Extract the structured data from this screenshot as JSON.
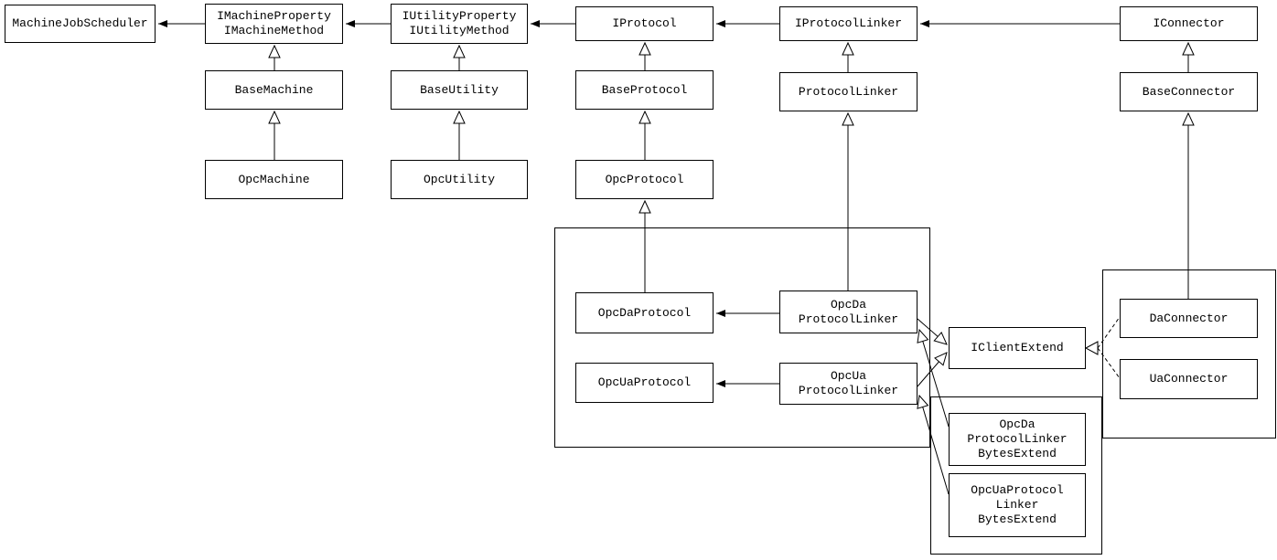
{
  "diagram": {
    "type": "uml-class-diagram",
    "colors": {
      "border": "#000000",
      "background": "#ffffff",
      "text": "#000000"
    },
    "nodes": {
      "machine_job_scheduler": {
        "label": "MachineJobScheduler"
      },
      "i_machine": {
        "line1": "IMachineProperty",
        "line2": "IMachineMethod"
      },
      "i_utility": {
        "line1": "IUtilityProperty",
        "line2": "IUtilityMethod"
      },
      "i_protocol": {
        "label": "IProtocol"
      },
      "i_protocol_linker": {
        "label": "IProtocolLinker"
      },
      "i_connector": {
        "label": "IConnector"
      },
      "base_machine": {
        "label": "BaseMachine"
      },
      "base_utility": {
        "label": "BaseUtility"
      },
      "base_protocol": {
        "label": "BaseProtocol"
      },
      "protocol_linker": {
        "label": "ProtocolLinker"
      },
      "base_connector": {
        "label": "BaseConnector"
      },
      "opc_machine": {
        "label": "OpcMachine"
      },
      "opc_utility": {
        "label": "OpcUtility"
      },
      "opc_protocol": {
        "label": "OpcProtocol"
      },
      "opc_da_protocol": {
        "label": "OpcDaProtocol"
      },
      "opc_ua_protocol": {
        "label": "OpcUaProtocol"
      },
      "opc_da_protocol_linker": {
        "line1": "OpcDa",
        "line2": "ProtocolLinker"
      },
      "opc_ua_protocol_linker": {
        "line1": "OpcUa",
        "line2": "ProtocolLinker"
      },
      "i_client_extend": {
        "label": "IClientExtend"
      },
      "da_connector": {
        "label": "DaConnector"
      },
      "ua_connector": {
        "label": "UaConnector"
      },
      "opc_da_protocol_linker_bytes_extend": {
        "line1": "OpcDa",
        "line2": "ProtocolLinker",
        "line3": "BytesExtend"
      },
      "opc_ua_protocol_linker_bytes_extend": {
        "line1": "OpcUaProtocol",
        "line2": "Linker",
        "line3": "BytesExtend"
      }
    },
    "edges": [
      {
        "from": "i_machine",
        "to": "machine_job_scheduler",
        "type": "arrow"
      },
      {
        "from": "i_utility",
        "to": "i_machine",
        "type": "arrow"
      },
      {
        "from": "i_protocol",
        "to": "i_utility",
        "type": "arrow"
      },
      {
        "from": "i_protocol_linker",
        "to": "i_protocol",
        "type": "arrow"
      },
      {
        "from": "i_connector",
        "to": "i_protocol_linker",
        "type": "arrow"
      },
      {
        "from": "base_machine",
        "to": "i_machine",
        "type": "inheritance"
      },
      {
        "from": "opc_machine",
        "to": "base_machine",
        "type": "inheritance"
      },
      {
        "from": "base_utility",
        "to": "i_utility",
        "type": "inheritance"
      },
      {
        "from": "opc_utility",
        "to": "base_utility",
        "type": "inheritance"
      },
      {
        "from": "base_protocol",
        "to": "i_protocol",
        "type": "inheritance"
      },
      {
        "from": "opc_protocol",
        "to": "base_protocol",
        "type": "inheritance"
      },
      {
        "from": "opc_da_protocol",
        "to": "opc_protocol",
        "type": "inheritance"
      },
      {
        "from": "protocol_linker",
        "to": "i_protocol_linker",
        "type": "inheritance"
      },
      {
        "from": "opc_da_protocol_linker",
        "to": "protocol_linker",
        "type": "inheritance"
      },
      {
        "from": "base_connector",
        "to": "i_connector",
        "type": "inheritance"
      },
      {
        "from": "da_connector",
        "to": "base_connector",
        "type": "inheritance"
      },
      {
        "from": "opc_da_protocol_linker",
        "to": "opc_da_protocol",
        "type": "arrow"
      },
      {
        "from": "opc_ua_protocol_linker",
        "to": "opc_ua_protocol",
        "type": "arrow"
      },
      {
        "from": "opc_da_protocol_linker",
        "to": "i_client_extend",
        "type": "inheritance"
      },
      {
        "from": "opc_ua_protocol_linker",
        "to": "i_client_extend",
        "type": "inheritance"
      },
      {
        "from": "da_connector",
        "to": "i_client_extend",
        "type": "realization"
      },
      {
        "from": "ua_connector",
        "to": "i_client_extend",
        "type": "realization"
      },
      {
        "from": "opc_da_protocol_linker_bytes_extend",
        "to": "opc_da_protocol_linker",
        "type": "inheritance"
      },
      {
        "from": "opc_ua_protocol_linker_bytes_extend",
        "to": "opc_ua_protocol_linker",
        "type": "inheritance"
      }
    ]
  }
}
